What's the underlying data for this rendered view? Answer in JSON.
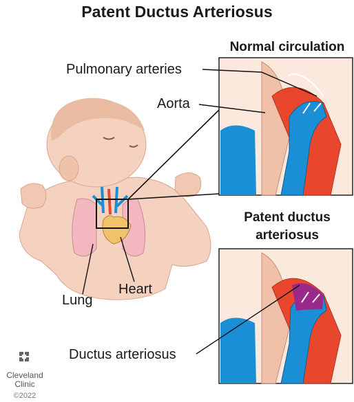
{
  "title": "Patent Ductus Arteriosus",
  "panels": {
    "normal_heading": "Normal circulation",
    "pda_heading_line1": "Patent ductus",
    "pda_heading_line2": "arteriosus"
  },
  "labels": {
    "pulmonary_arteries": "Pulmonary arteries",
    "aorta": "Aorta",
    "lung": "Lung",
    "heart": "Heart",
    "ductus_arteriosus": "Ductus arteriosus"
  },
  "brand": {
    "line1": "Cleveland",
    "line2": "Clinic",
    "copyright": "©2022"
  },
  "colors": {
    "oxygenated": "#e8472e",
    "deoxygenated": "#1a8fd6",
    "mixed": "#9a2a8a",
    "skin": "#f4d2bf",
    "outline": "#222222"
  }
}
